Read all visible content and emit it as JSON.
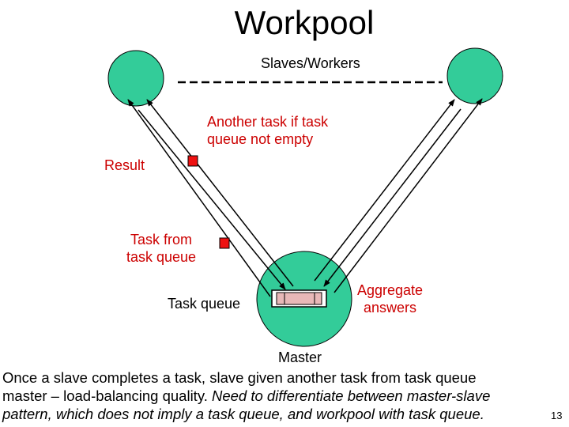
{
  "title": "Workpool",
  "labels": {
    "slaves_workers": "Slaves/Workers",
    "another_task": [
      "Another task if task",
      "queue not empty"
    ],
    "result": "Result",
    "task_from_queue": [
      "Task from",
      "task queue"
    ],
    "task_queue": "Task queue",
    "aggregate": [
      "Aggregate",
      "answers"
    ],
    "master": "Master"
  },
  "caption": {
    "line1": "Once a slave completes a task, slave given another task from task queue",
    "line2_plain": "master – load-balancing quality. ",
    "line2_italic": "Need to differentiate between master-slave",
    "line3_italic": "pattern, which does not imply a task queue, and workpool with task queue."
  },
  "page_number": "13",
  "colors": {
    "node_fill": "#33cc99",
    "task_red": "#ee1111",
    "label_red": "#cc0000",
    "queue_fill": "#e8b8b8"
  }
}
